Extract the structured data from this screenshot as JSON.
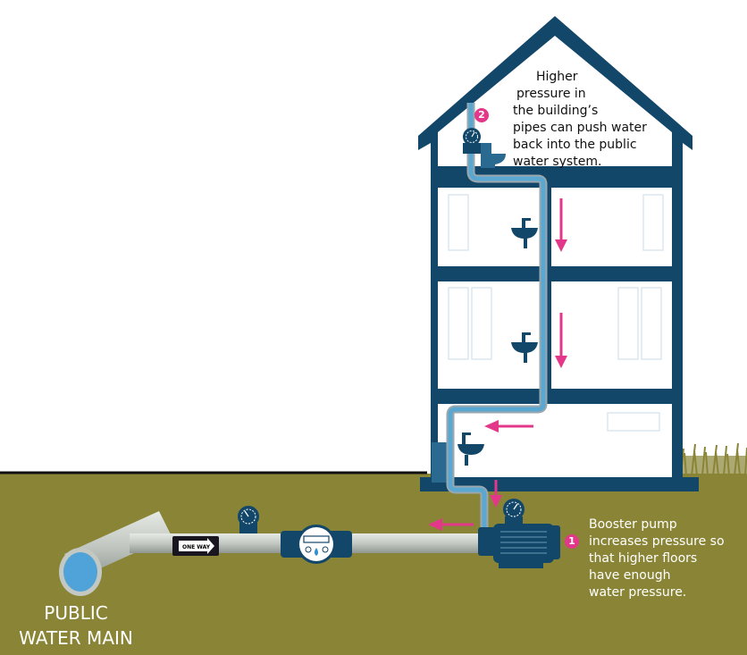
{
  "colors": {
    "house": "#13476a",
    "ground": "#8a8536",
    "arrow": "#e3388a",
    "pipe_water": "#5aa8d2",
    "pipe_main": "#c5cac5"
  },
  "callouts": [
    {
      "number": "1",
      "lines": [
        "Booster pump",
        "increases pressure so",
        "that higher floors",
        "have enough",
        "water pressure."
      ]
    },
    {
      "number": "2",
      "lines": [
        "Higher",
        "pressure in",
        "the building’s",
        "pipes can push water",
        "back into the public",
        "water system."
      ]
    }
  ],
  "main_label": [
    "PUBLIC",
    "WATER MAIN"
  ],
  "pipe_sign": "ONE WAY",
  "icons": [
    "pressure-gauge-icon",
    "water-meter-icon",
    "booster-pump-icon",
    "sink-icon",
    "toilet-icon",
    "arrow-icon"
  ]
}
